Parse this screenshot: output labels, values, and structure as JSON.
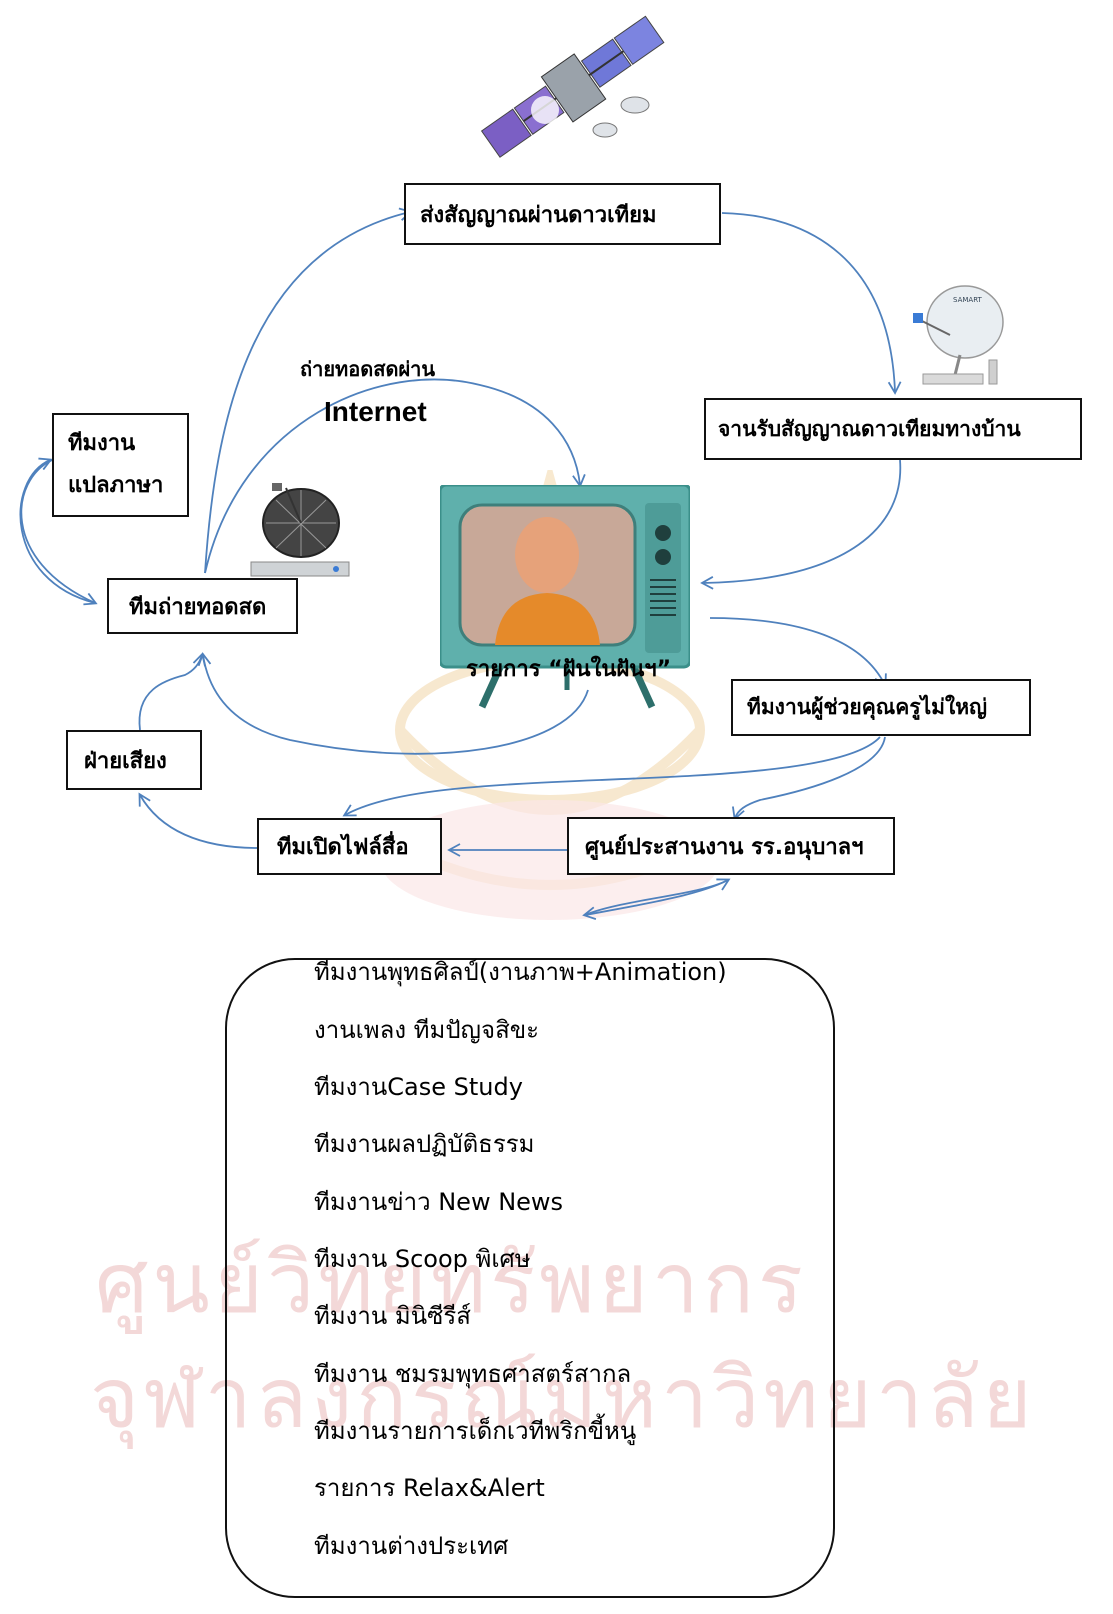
{
  "nodes": {
    "satellite_box": "ส่งสัญญาณผ่านดาวเทียม",
    "home_receiver_box": "จานรับสัญญาณดาวเทียมทางบ้าน",
    "translation_team_box_line1": "ทีมงาน",
    "translation_team_box_line2": "แปลภาษา",
    "live_team_box": "ทีมถ่ายทอดสด",
    "assistant_team_box": "ทีมงานผู้ช่วยคุณครูไม่ใหญ่",
    "sound_box": "ฝ่ายเสียง",
    "media_file_box": "ทีมเปิดไฟล์สื่อ",
    "coordination_box": "ศูนย์ประสานงาน รร.อนุบาลฯ"
  },
  "edge_labels": {
    "internet_line1": "ถ่ายทอดสดผ่าน",
    "internet_line2": "Internet"
  },
  "tv_caption": "รายการ “ฝันในฝันฯ”",
  "teams": [
    "ทีมงานพุทธศิลป์(งานภาพ+Animation)",
    "งานเพลง ทีมปัญจสิขะ",
    "ทีมงานCase Study",
    "ทีมงานผลปฏิบัติธรรม",
    "ทีมงานข่าว New News",
    "ทีมงาน Scoop พิเศษ",
    "ทีมงาน มินิซีรีส์",
    "ทีมงาน ชมรมพุทธศาสตร์สากล",
    "ทีมงานรายการเด็กเวทีพริกขี้หนู",
    "รายการ Relax&Alert",
    "ทีมงานต่างประเทศ"
  ],
  "watermark": {
    "line1": "ศูนย์วิทยทรัพยากร",
    "line2": "จุฬาลงกรณ์มหาวิทยาลัย"
  },
  "colors": {
    "arrow": "#4f81bd",
    "tv_body": "#5fb0ac",
    "watermark": "#f3d8d8"
  }
}
